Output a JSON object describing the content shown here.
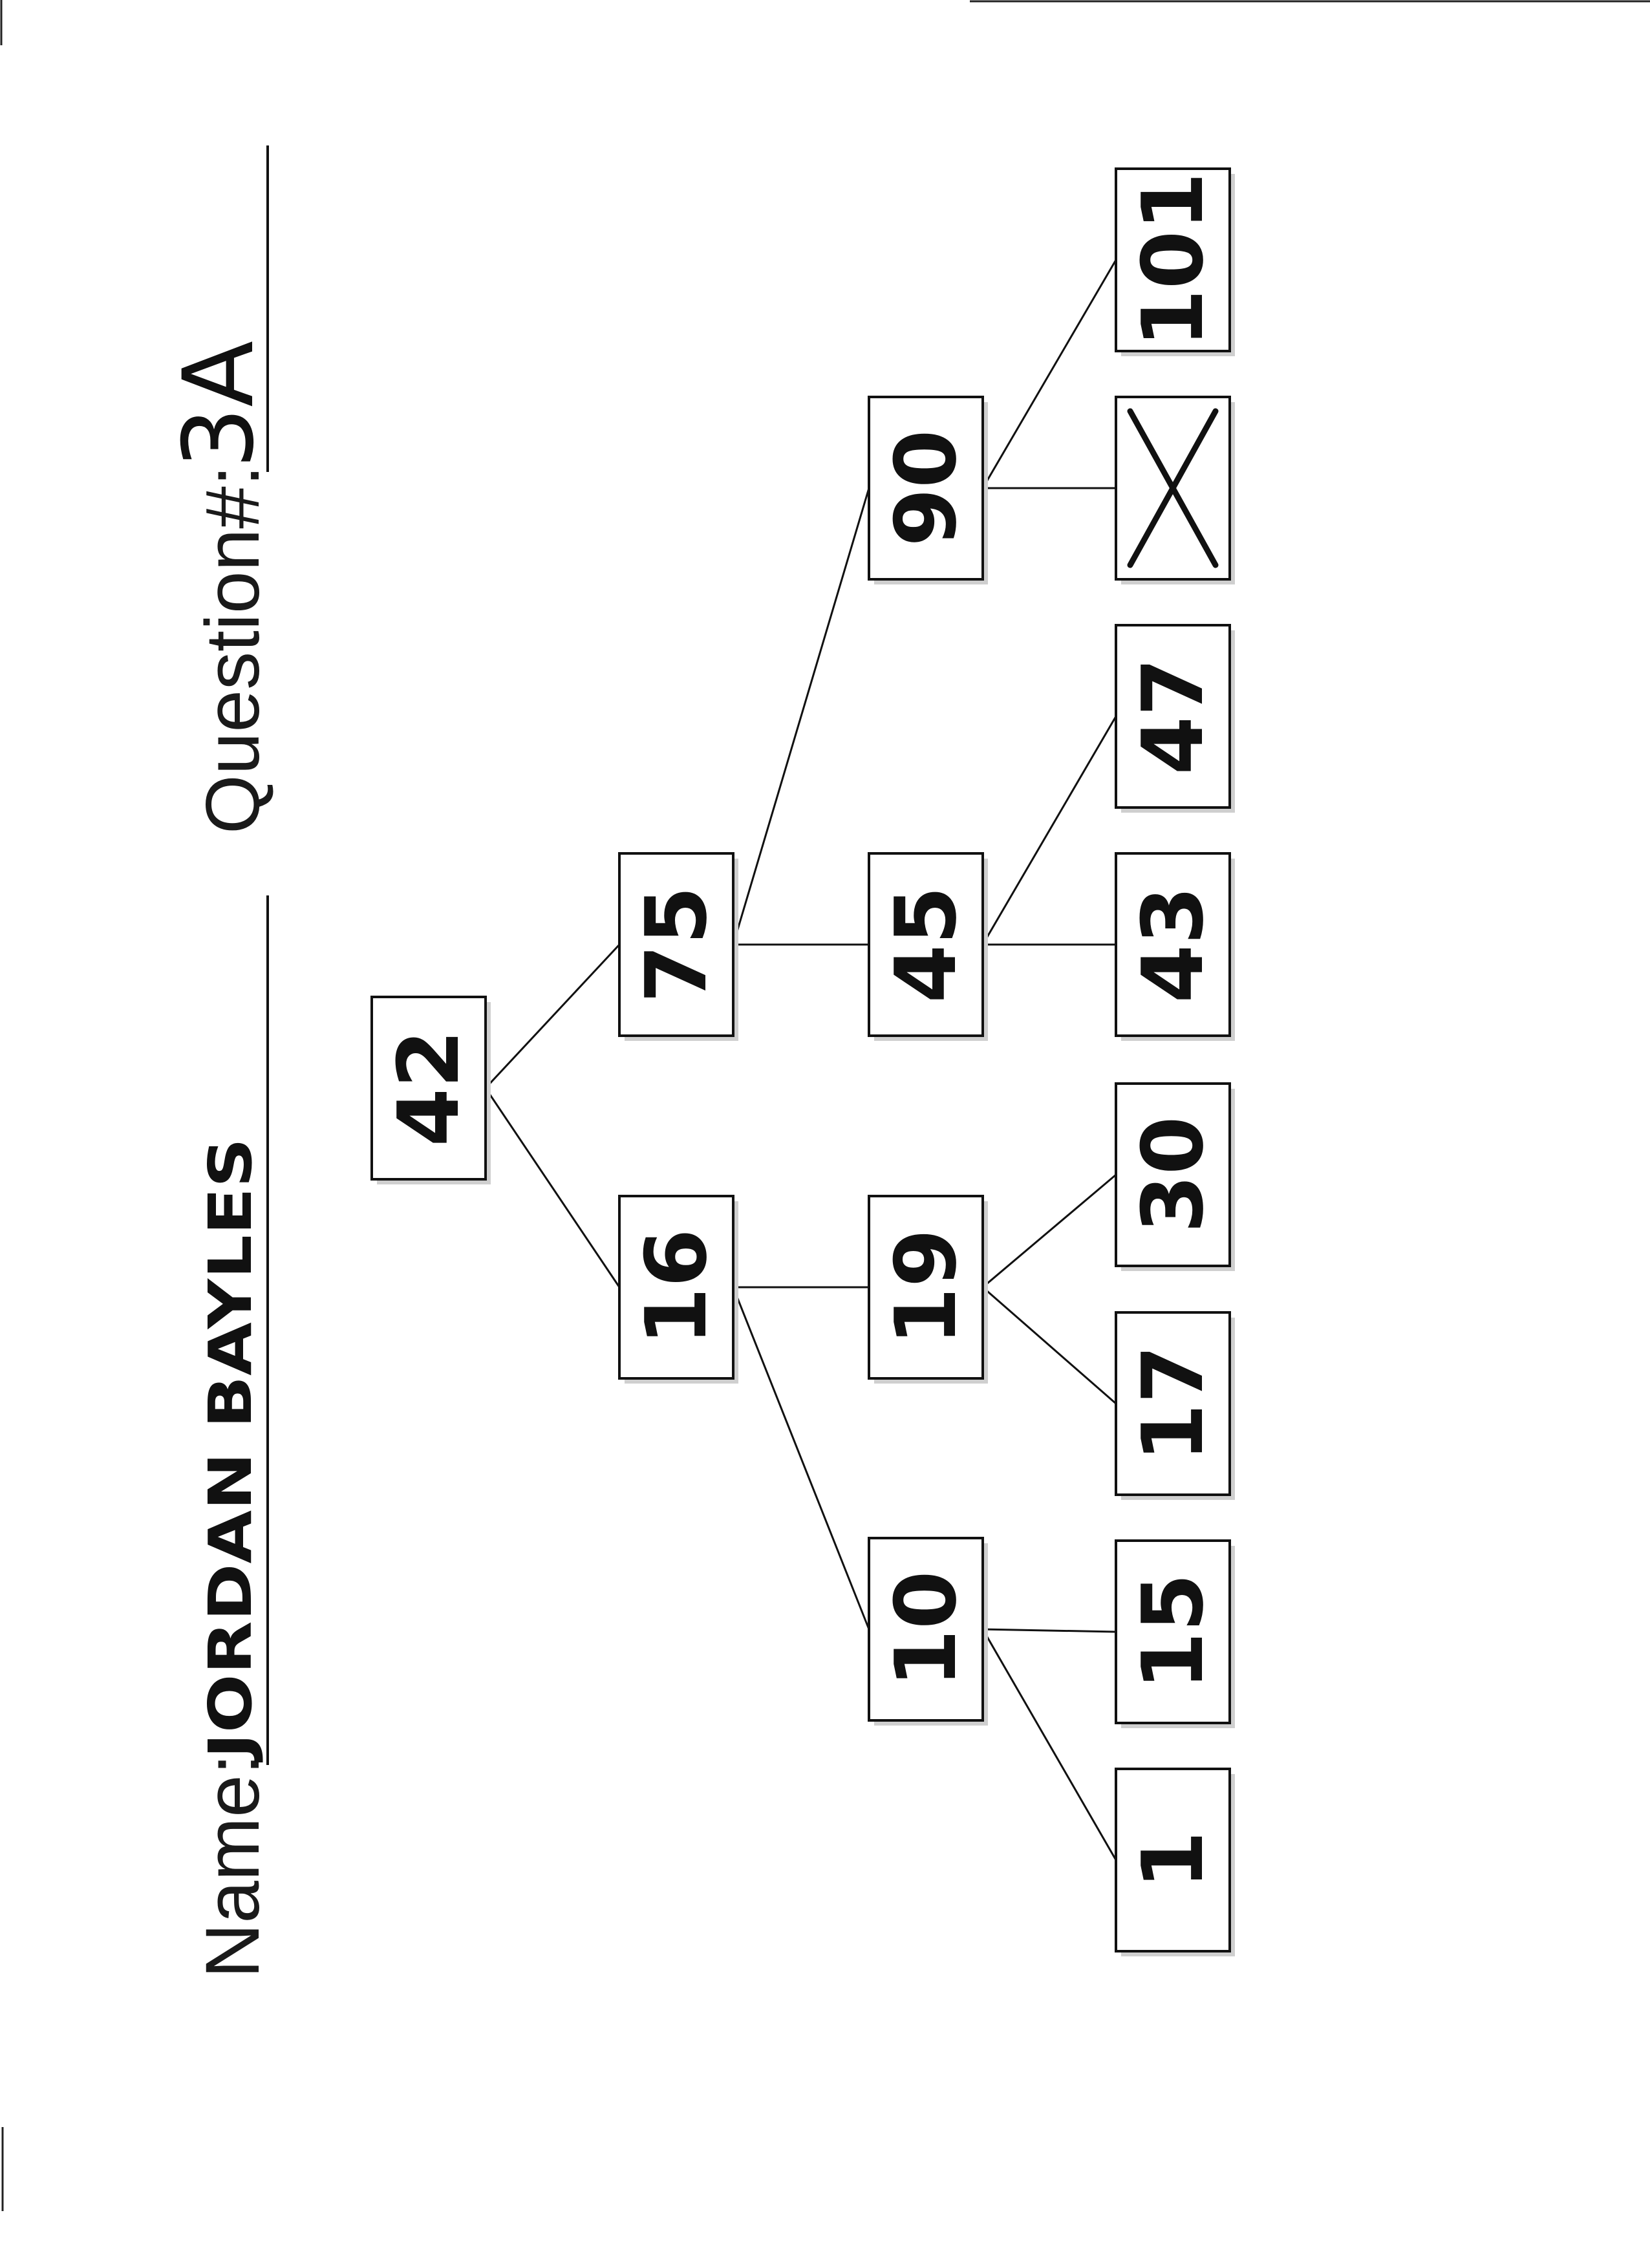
{
  "header": {
    "name_label": "Name:",
    "name_value": "JORDAN BAYLES",
    "question_label": "Question#:",
    "question_value": "3A"
  },
  "tree": {
    "nodes": [
      {
        "id": "n42",
        "label": "42",
        "crossed": false
      },
      {
        "id": "n16",
        "label": "16",
        "crossed": false
      },
      {
        "id": "n75",
        "label": "75",
        "crossed": false
      },
      {
        "id": "n10",
        "label": "10",
        "crossed": false
      },
      {
        "id": "n19",
        "label": "19",
        "crossed": false
      },
      {
        "id": "n45",
        "label": "45",
        "crossed": false
      },
      {
        "id": "n90",
        "label": "90",
        "crossed": false
      },
      {
        "id": "n1",
        "label": "1",
        "crossed": false
      },
      {
        "id": "n15",
        "label": "15",
        "crossed": false
      },
      {
        "id": "n17",
        "label": "17",
        "crossed": false
      },
      {
        "id": "n30",
        "label": "30",
        "crossed": false
      },
      {
        "id": "n43",
        "label": "43",
        "crossed": false
      },
      {
        "id": "n47",
        "label": "47",
        "crossed": false
      },
      {
        "id": "nx",
        "label": "",
        "crossed": true
      },
      {
        "id": "n101",
        "label": "101",
        "crossed": false
      }
    ],
    "edges": [
      [
        "n42",
        "n16"
      ],
      [
        "n42",
        "n75"
      ],
      [
        "n16",
        "n10"
      ],
      [
        "n16",
        "n19"
      ],
      [
        "n75",
        "n45"
      ],
      [
        "n75",
        "n90"
      ],
      [
        "n10",
        "n1"
      ],
      [
        "n10",
        "n15"
      ],
      [
        "n19",
        "n17"
      ],
      [
        "n19",
        "n30"
      ],
      [
        "n45",
        "n43"
      ],
      [
        "n45",
        "n47"
      ],
      [
        "n90",
        "nx"
      ],
      [
        "n90",
        "n101"
      ]
    ]
  }
}
